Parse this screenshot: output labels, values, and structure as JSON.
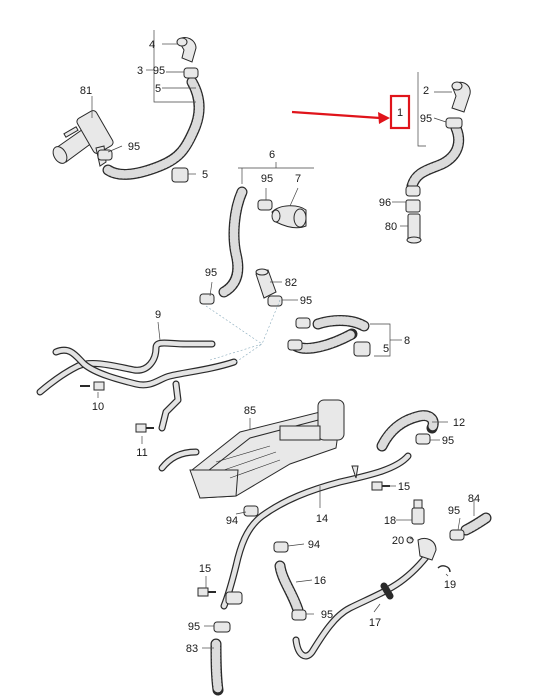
{
  "callouts": [
    {
      "id": "c4a",
      "text": "4"
    },
    {
      "id": "c3a",
      "text": "3"
    },
    {
      "id": "c95a",
      "text": "95"
    },
    {
      "id": "c5a",
      "text": "5"
    },
    {
      "id": "c81",
      "text": "81"
    },
    {
      "id": "c95b",
      "text": "95"
    },
    {
      "id": "c5b",
      "text": "5"
    },
    {
      "id": "c2",
      "text": "2"
    },
    {
      "id": "c1",
      "text": "1"
    },
    {
      "id": "c95c",
      "text": "95"
    },
    {
      "id": "c96",
      "text": "96"
    },
    {
      "id": "c80",
      "text": "80"
    },
    {
      "id": "c6",
      "text": "6"
    },
    {
      "id": "c95d",
      "text": "95"
    },
    {
      "id": "c7",
      "text": "7"
    },
    {
      "id": "c95e",
      "text": "95"
    },
    {
      "id": "c82",
      "text": "82"
    },
    {
      "id": "c95f",
      "text": "95"
    },
    {
      "id": "c9",
      "text": "9"
    },
    {
      "id": "c8",
      "text": "8"
    },
    {
      "id": "c5c",
      "text": "5"
    },
    {
      "id": "c10",
      "text": "10"
    },
    {
      "id": "c11",
      "text": "11"
    },
    {
      "id": "c85",
      "text": "85"
    },
    {
      "id": "c12",
      "text": "12"
    },
    {
      "id": "c95g",
      "text": "95"
    },
    {
      "id": "c15a",
      "text": "15"
    },
    {
      "id": "c14",
      "text": "14"
    },
    {
      "id": "c84",
      "text": "84"
    },
    {
      "id": "c94a",
      "text": "94"
    },
    {
      "id": "c18",
      "text": "18"
    },
    {
      "id": "c95h",
      "text": "95"
    },
    {
      "id": "c20",
      "text": "20"
    },
    {
      "id": "c94b",
      "text": "94"
    },
    {
      "id": "c15b",
      "text": "15"
    },
    {
      "id": "c16",
      "text": "16"
    },
    {
      "id": "c19",
      "text": "19"
    },
    {
      "id": "c95i",
      "text": "95"
    },
    {
      "id": "c95j",
      "text": "95"
    },
    {
      "id": "c17",
      "text": "17"
    },
    {
      "id": "c83",
      "text": "83"
    }
  ],
  "colors": {
    "part_fill": "#e8e8e8",
    "outline": "#2a2a2a",
    "highlight": "#e0141b",
    "leader": "#444444"
  }
}
